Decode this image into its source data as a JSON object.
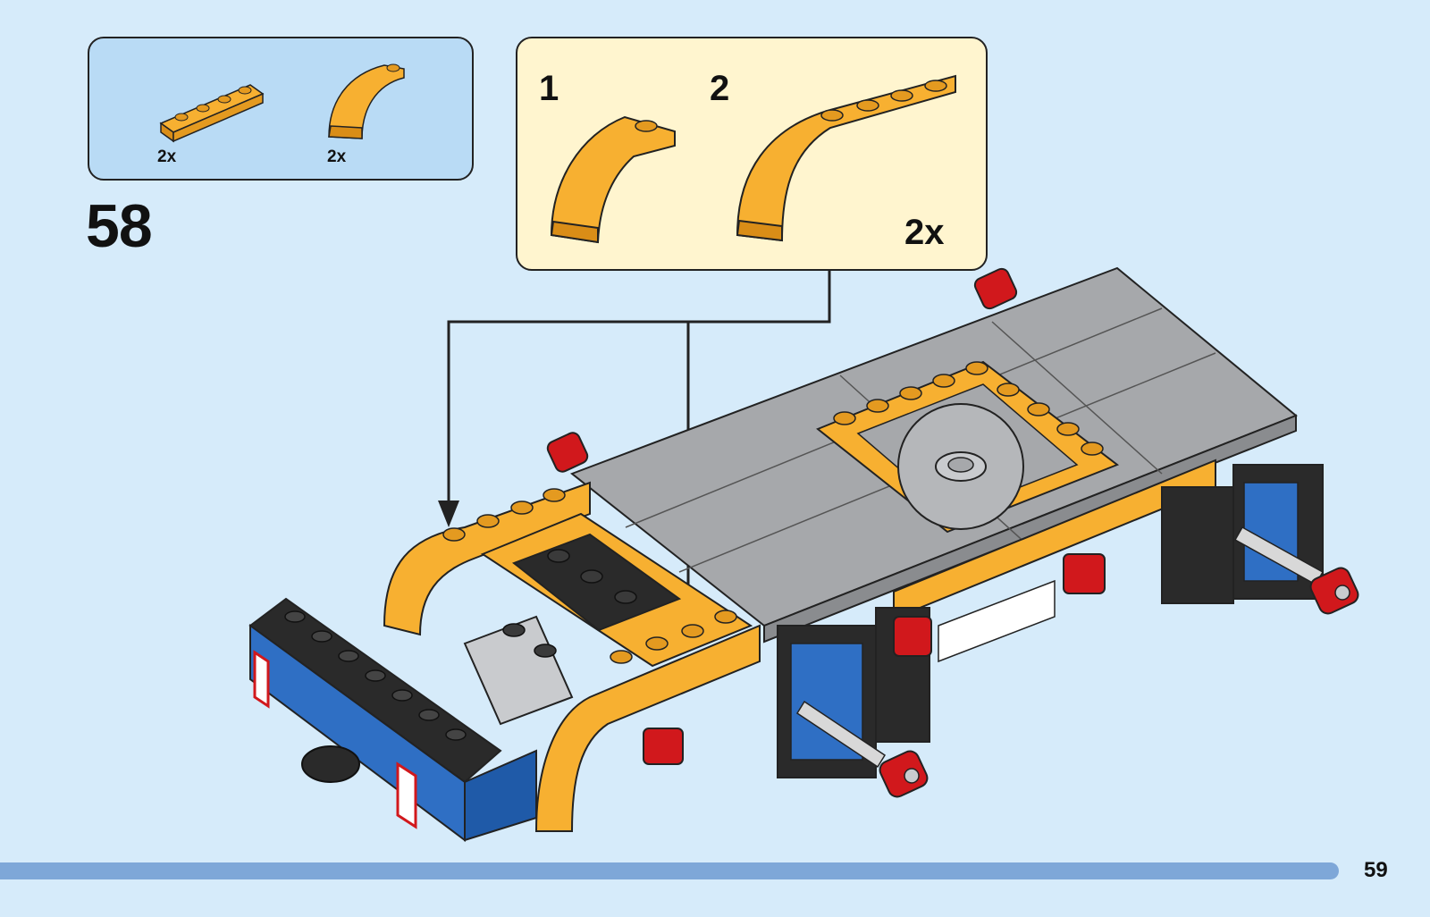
{
  "step": {
    "number": "58"
  },
  "parts_list": {
    "items": [
      {
        "name": "yellow-orange-plate-1x4",
        "quantity": "2x"
      },
      {
        "name": "yellow-orange-curved-slope",
        "quantity": "2x"
      }
    ]
  },
  "sub_assembly": {
    "steps": [
      "1",
      "2"
    ],
    "multiplier": "2x"
  },
  "page": {
    "number": "59"
  },
  "colors": {
    "background": "#d6ebfa",
    "parts_box": "#b9dbf5",
    "sub_box": "#fff5cf",
    "yellow_orange": "#f7b031",
    "gray": "#a6a8ab",
    "blue": "#2f6fc4",
    "red": "#d1181c",
    "black": "#2a2a2a",
    "page_bar": "#7ea7d8"
  }
}
